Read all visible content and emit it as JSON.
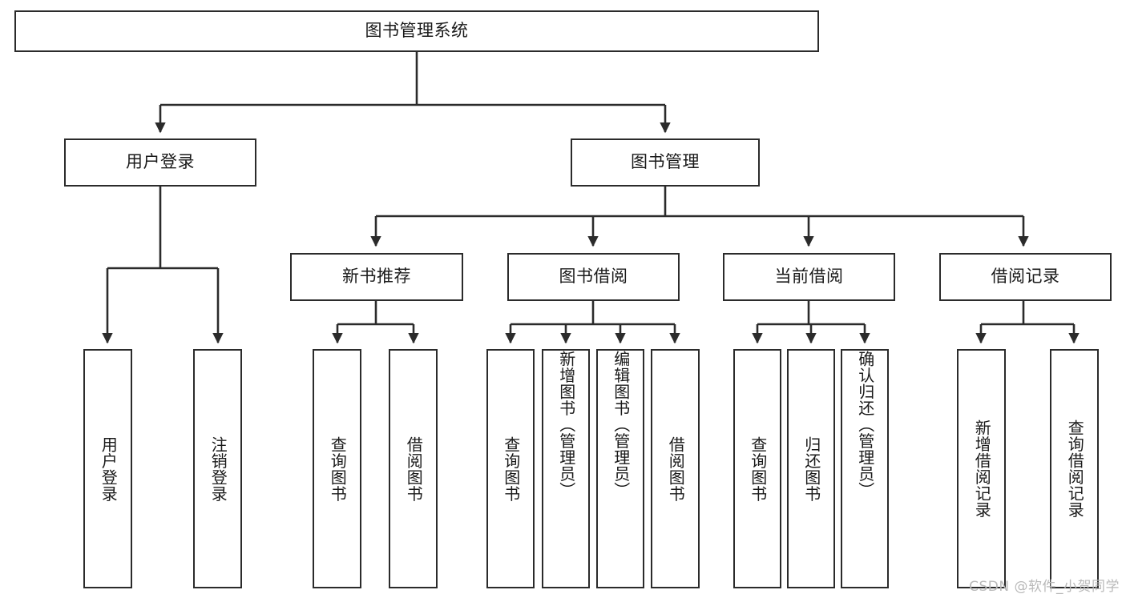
{
  "diagram": {
    "title": "图书管理系统",
    "type": "tree-hierarchy",
    "orientation": "top-down",
    "colors": {
      "box_border": "#2b2b2b",
      "box_fill": "#ffffff",
      "edge": "#2b2b2b",
      "text": "#1a1a1a",
      "watermark": "#b9b9b9",
      "background": "#ffffff"
    }
  },
  "watermark": {
    "text": "CSDN @软件_小贺同学"
  },
  "nodes": {
    "root": {
      "label": "图书管理系统"
    },
    "level2": [
      {
        "id": "user-login",
        "label": "用户登录"
      },
      {
        "id": "book-management",
        "label": "图书管理"
      }
    ],
    "level3": [
      {
        "id": "new-book-recommend",
        "label": "新书推荐"
      },
      {
        "id": "book-borrow",
        "label": "图书借阅"
      },
      {
        "id": "current-borrow",
        "label": "当前借阅"
      },
      {
        "id": "borrow-record",
        "label": "借阅记录"
      }
    ],
    "leaves": {
      "user-login": [
        {
          "id": "leaf-user-login",
          "label": "用户登录"
        },
        {
          "id": "leaf-logout-login",
          "label": "注销登录"
        }
      ],
      "new-book-recommend": [
        {
          "id": "leaf-query-book-1",
          "label": "查询图书"
        },
        {
          "id": "leaf-borrow-book-1",
          "label": "借阅图书"
        }
      ],
      "book-borrow": [
        {
          "id": "leaf-query-book-2",
          "label": "查询图书"
        },
        {
          "id": "leaf-add-book-admin",
          "label": "新增图书（管理员）"
        },
        {
          "id": "leaf-edit-book-admin",
          "label": "编辑图书（管理员）"
        },
        {
          "id": "leaf-borrow-book-2",
          "label": "借阅图书"
        }
      ],
      "current-borrow": [
        {
          "id": "leaf-query-book-3",
          "label": "查询图书"
        },
        {
          "id": "leaf-return-book",
          "label": "归还图书"
        },
        {
          "id": "leaf-confirm-return-admin",
          "label": "确认归还（管理员）"
        }
      ],
      "borrow-record": [
        {
          "id": "leaf-add-borrow-record",
          "label": "新增借阅记录"
        },
        {
          "id": "leaf-query-borrow-record",
          "label": "查询借阅记录"
        }
      ]
    }
  }
}
